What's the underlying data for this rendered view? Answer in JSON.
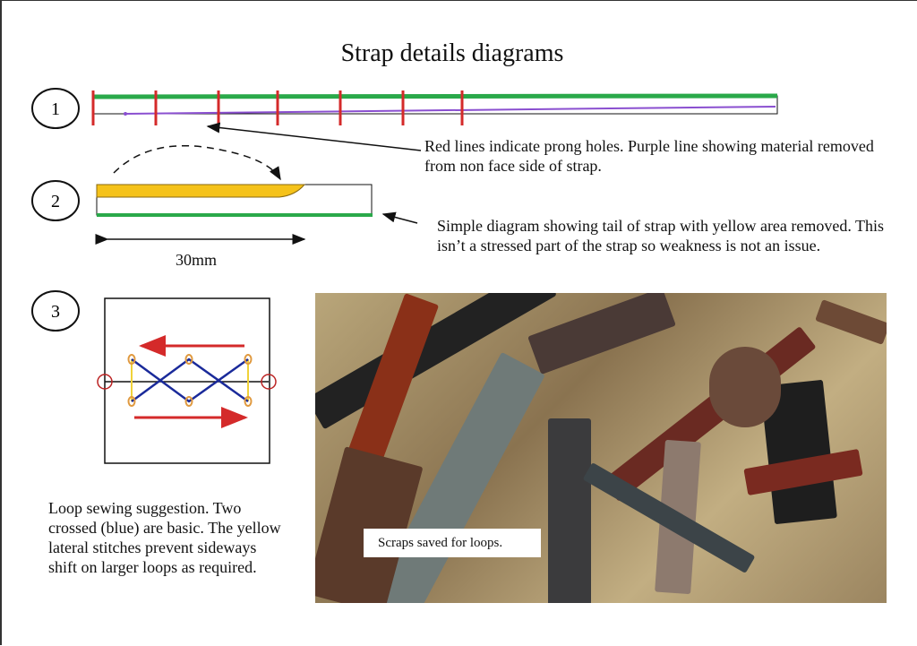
{
  "title": "Strap details diagrams",
  "steps": [
    "1",
    "2",
    "3"
  ],
  "annotations": {
    "step1": "Red lines indicate prong holes. Purple line showing material removed from non face side of strap.",
    "step2": "Simple diagram showing tail of strap with yellow area removed. This isn’t a stressed part of the strap so weakness is not an issue.",
    "dimension": "30mm",
    "step3": "Loop sewing suggestion. Two crossed (blue) are basic. The yellow lateral stitches prevent sideways shift on larger loops as required."
  },
  "photo": {
    "caption": "Scraps saved for loops."
  },
  "colors": {
    "green": "#2aa94a",
    "red": "#d42a2a",
    "purple": "#8a4fd0",
    "yellow": "#f5c21a",
    "blue": "#1a2a9a"
  }
}
